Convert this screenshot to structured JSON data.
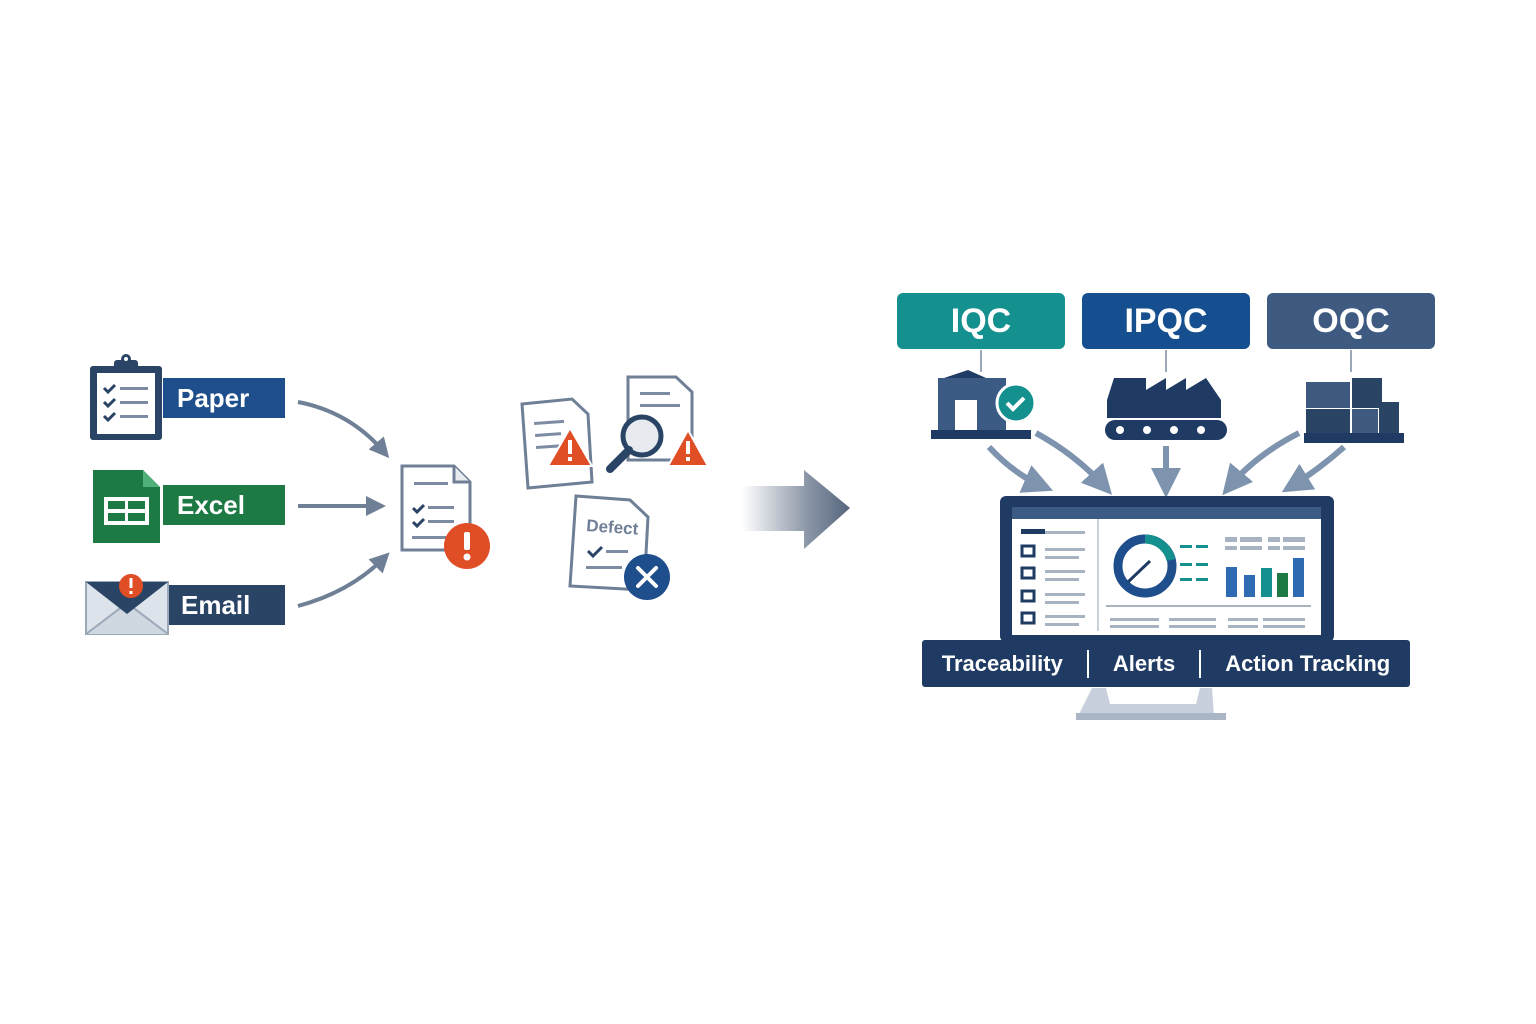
{
  "sources": [
    {
      "label": "Paper",
      "color": "#1f4e8c",
      "icon": "clipboard-icon"
    },
    {
      "label": "Excel",
      "color": "#1e7a45",
      "icon": "spreadsheet-icon"
    },
    {
      "label": "Email",
      "color": "#2a4466",
      "icon": "envelope-icon"
    }
  ],
  "problems": {
    "defect_doc_label": "Defect"
  },
  "stages": [
    {
      "label": "IQC",
      "color": "#14908f",
      "icon": "factory-check-icon"
    },
    {
      "label": "IPQC",
      "color": "#154f8f",
      "icon": "production-line-icon"
    },
    {
      "label": "OQC",
      "color": "#3e5a80",
      "icon": "boxes-pallet-icon"
    }
  ],
  "features": [
    "Traceability",
    "Alerts",
    "Action Tracking"
  ],
  "colors": {
    "alert": "#e04e26",
    "navy": "#1f3b63",
    "arrow": "#6f7f96"
  }
}
